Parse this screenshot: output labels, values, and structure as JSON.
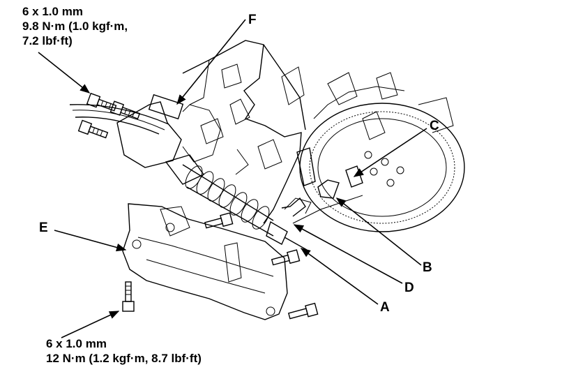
{
  "spec_top": {
    "line1": "6 x 1.0 mm",
    "line2": "9.8 N·m (1.0 kgf·m,",
    "line3": "7.2 lbf·ft)"
  },
  "spec_bottom": {
    "line1": "6 x 1.0 mm",
    "line2": "12 N·m (1.2 kgf·m, 8.7 lbf·ft)"
  },
  "callouts": {
    "a": "A",
    "b": "B",
    "c": "C",
    "d": "D",
    "e": "E",
    "f": "F"
  }
}
